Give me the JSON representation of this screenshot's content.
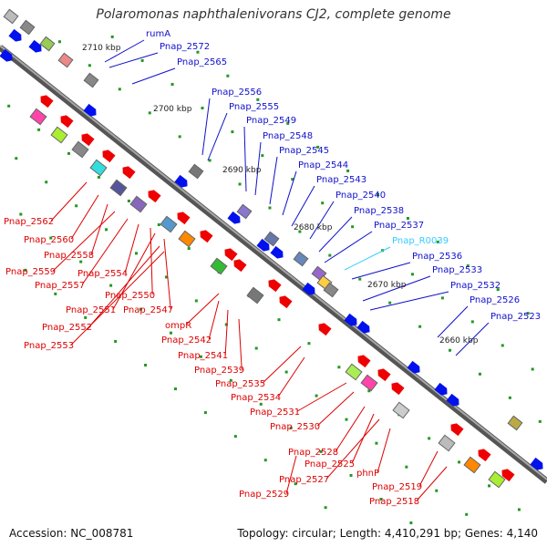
{
  "title": "Polaromonas naphthalenivorans CJ2, complete genome",
  "footer": {
    "accession": "Accession: NC_008781",
    "summary": "Topology: circular; Length: 4,410,291 bp; Genes: 4,140"
  },
  "colors": {
    "forward_label": "#1010cc",
    "reverse_label": "#dd0000",
    "rna_label": "#33ccff",
    "backbone": "#7a7a7a",
    "tick": "#229922"
  },
  "scale_labels": [
    "2710 kbp",
    "2700 kbp",
    "2690 kbp",
    "2680 kbp",
    "2670 kbp",
    "2660 kbp"
  ],
  "forward_genes": [
    "rumA",
    "Pnap_2572",
    "Pnap_2565",
    "Pnap_2556",
    "Pnap_2555",
    "Pnap_2549",
    "Pnap_2548",
    "Pnap_2545",
    "Pnap_2544",
    "Pnap_2543",
    "Pnap_2540",
    "Pnap_2538",
    "Pnap_2537",
    "Pnap_R0039",
    "Pnap_2536",
    "Pnap_2533",
    "Pnap_2532",
    "Pnap_2526",
    "Pnap_2523"
  ],
  "reverse_genes": [
    "Pnap_2562",
    "Pnap_2560",
    "Pnap_2558",
    "Pnap_2559",
    "Pnap_2557",
    "Pnap_2554",
    "Pnap_2550",
    "Pnap_2551",
    "Pnap_2547",
    "Pnap_2552",
    "Pnap_2553",
    "ompR",
    "Pnap_2542",
    "Pnap_2541",
    "Pnap_2539",
    "Pnap_2535",
    "Pnap_2534",
    "Pnap_2531",
    "Pnap_2530",
    "Pnap_2528",
    "Pnap_2525",
    "Pnap_2527",
    "phnP",
    "Pnap_2529",
    "Pnap_2519",
    "Pnap_2518"
  ]
}
